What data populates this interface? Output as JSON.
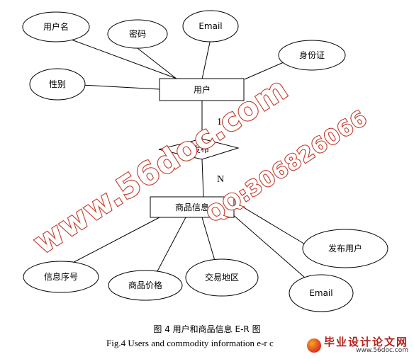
{
  "diagram": {
    "entities": {
      "user": "用户",
      "goods": "商品信息"
    },
    "relationship": "发布",
    "cardinality": {
      "one": "1",
      "many": "N"
    },
    "user_attributes": [
      "用户名",
      "密码",
      "Email",
      "身份证",
      "性别"
    ],
    "goods_attributes": [
      "信息序号",
      "商品价格",
      "交易地区",
      "Email",
      "发布用户"
    ]
  },
  "caption": {
    "chinese": "图 4   用户和商品信息 E-R 图",
    "english": "Fig.4    Users and commodity information e-r c"
  },
  "watermark": {
    "line1": "www.56doc.com",
    "line2": "QQ:306826066",
    "color": "#c0392b"
  },
  "site_logo": {
    "title": "毕业设计论文网",
    "url": "www.56doc.com"
  }
}
